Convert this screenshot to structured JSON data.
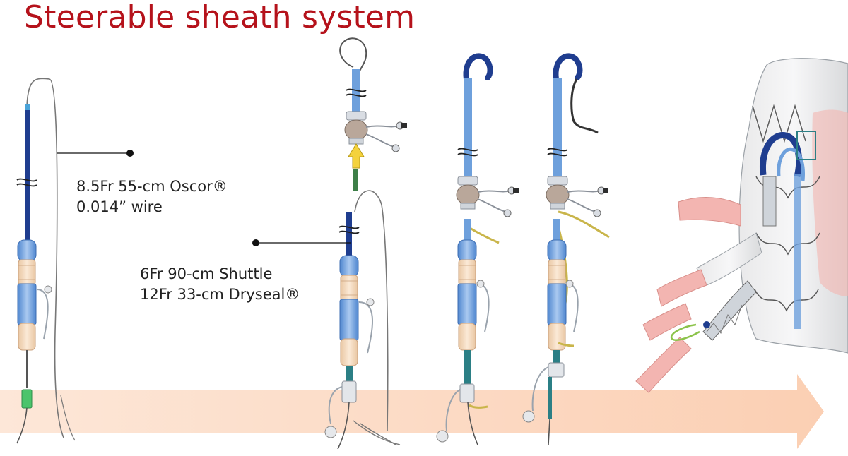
{
  "title": "Steerable sheath system",
  "callouts": [
    {
      "lines": [
        "8.5Fr 55-cm Oscor®",
        "0.014” wire"
      ]
    },
    {
      "lines": [
        "6Fr 90-cm Shuttle",
        "12Fr 33-cm Dryseal®"
      ]
    }
  ],
  "colors": {
    "title": "#b5121b",
    "arrow": "#fbd5bd",
    "sheath_blue": "#6ea0dc",
    "dark_blue": "#1f3d8f",
    "handle_tan": "#f4d9bd",
    "vessel_pink": "#f3b5b1",
    "stent_gray": "#cfd4da"
  }
}
